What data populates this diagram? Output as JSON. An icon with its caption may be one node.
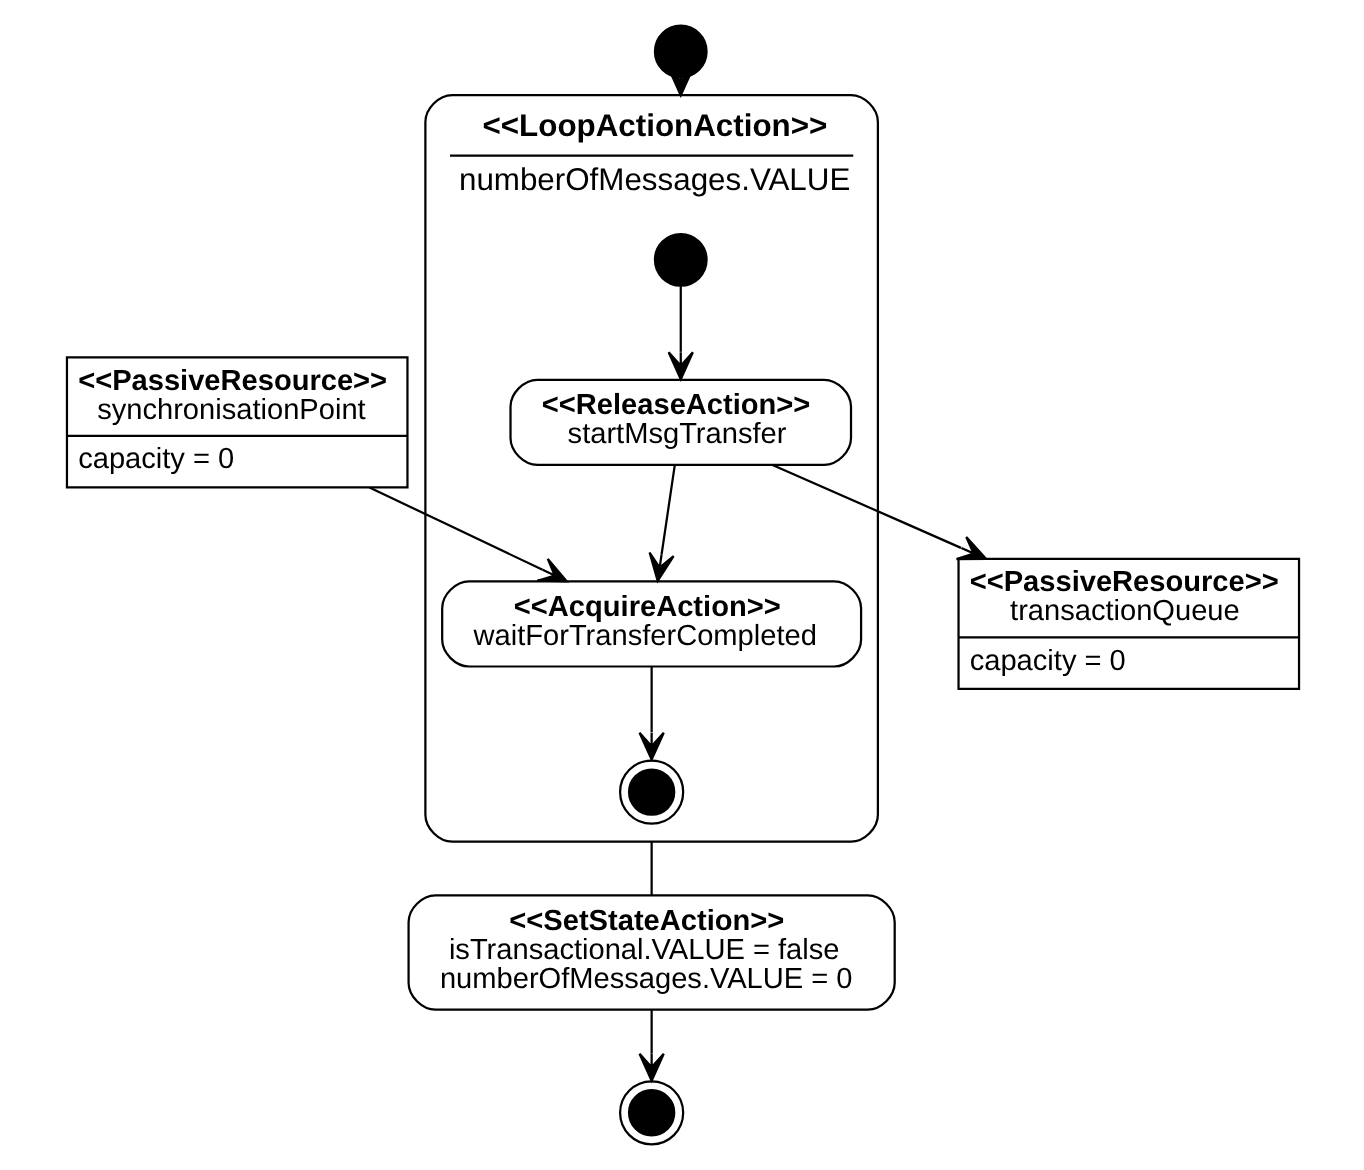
{
  "diagram": {
    "nodes": [
      {
        "text": [],
        "shape": "circle"
      },
      {
        "text": [
          "<<LoopActionAction>>",
          "numberOfMessages.VALUE"
        ]
      },
      {
        "text": [],
        "shape": "circle",
        "in": 1
      },
      {
        "text": [
          "<<ReleaseAction>>",
          "startMsgTransfer"
        ],
        "in": 1
      },
      {
        "text": [
          "<<AcquireAction>>",
          "waitForTransferCompleted"
        ],
        "in": 1
      },
      {
        "text": [],
        "shape": "circle",
        "in": 1
      },
      {
        "text": [
          "<<PassiveResource>>",
          "transactionQueue",
          "capacity = 0"
        ]
      },
      {
        "text": [
          "<<PassiveResource>>",
          "synchronisationPoint",
          "capacity = 0"
        ]
      },
      {
        "text": [
          "<<SetStateAction>>",
          "isTransactional.VALUE = false",
          "numberOfMessages.VALUE = 0"
        ]
      },
      {
        "text": [],
        "shape": "circle"
      }
    ],
    "edges": [
      {
        "from": 0,
        "to": 1,
        "arrow": "to"
      },
      {
        "from": 2,
        "to": 3,
        "arrow": "to"
      },
      {
        "from": 3,
        "to": 4,
        "arrow": "to"
      },
      {
        "from": 4,
        "to": 5,
        "arrow": "to"
      },
      {
        "from": 3,
        "to": 6,
        "arrow": "to"
      },
      {
        "from": 7,
        "to": 4,
        "arrow": "to"
      },
      {
        "from": 1,
        "to": 8,
        "arrow": "none"
      },
      {
        "from": 8,
        "to": 9,
        "arrow": "to"
      }
    ]
  }
}
